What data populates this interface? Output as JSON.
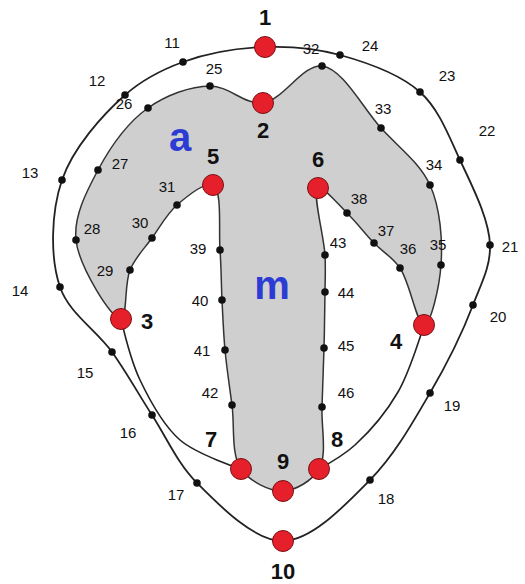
{
  "diagram": {
    "labels": [
      "1",
      "2",
      "3",
      "4",
      "5",
      "6",
      "7",
      "8",
      "9",
      "10",
      "11",
      "12",
      "13",
      "14",
      "15",
      "16",
      "17",
      "18",
      "19",
      "20",
      "21",
      "22",
      "23",
      "24",
      "25",
      "26",
      "27",
      "28",
      "29",
      "30",
      "31",
      "32",
      "33",
      "34",
      "35",
      "36",
      "37",
      "38",
      "39",
      "40",
      "41",
      "42",
      "43",
      "44",
      "45",
      "46",
      "a",
      "m"
    ]
  }
}
